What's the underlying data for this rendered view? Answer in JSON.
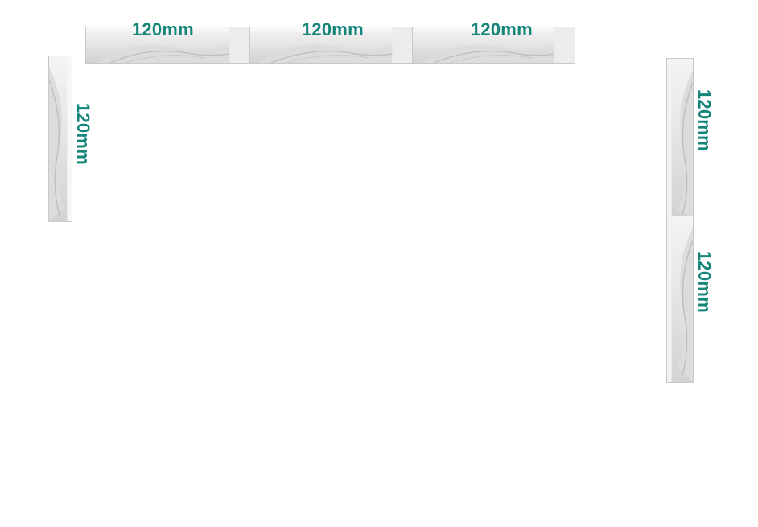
{
  "colors": {
    "label": "#15857a",
    "fan_body": "#e6e6e6",
    "fan_edge": "#c9c9c9",
    "background": "#ffffff"
  },
  "top_row": {
    "fans": [
      {
        "label": "120mm"
      },
      {
        "label": "120mm"
      },
      {
        "label": "120mm"
      }
    ]
  },
  "left_side": {
    "fans": [
      {
        "label": "120mm"
      }
    ]
  },
  "right_side": {
    "fans": [
      {
        "label": "120mm"
      },
      {
        "label": "120mm"
      }
    ]
  }
}
